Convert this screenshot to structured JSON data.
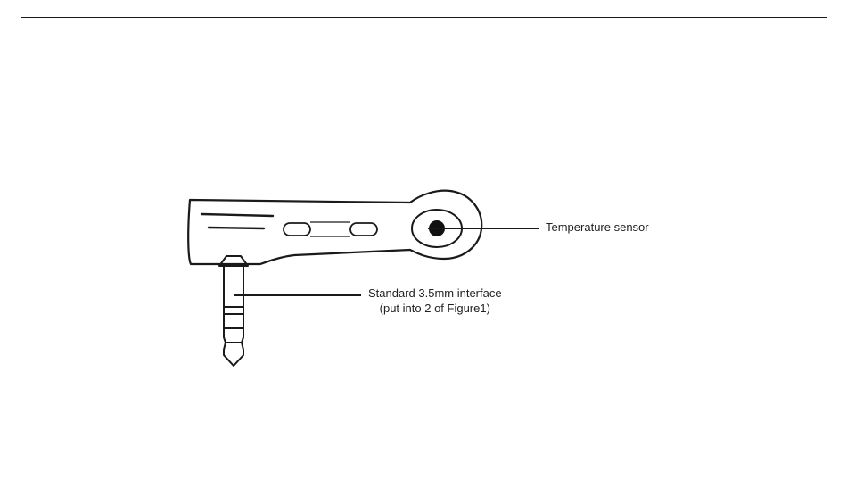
{
  "diagram": {
    "callouts": {
      "sensor": "Temperature sensor",
      "jack_line1": "Standard 3.5mm interface",
      "jack_line2": "(put into 2 of Figure1)"
    },
    "colors": {
      "line": "#1a1a1a",
      "sensor_dot": "#111111",
      "background": "#ffffff"
    }
  }
}
